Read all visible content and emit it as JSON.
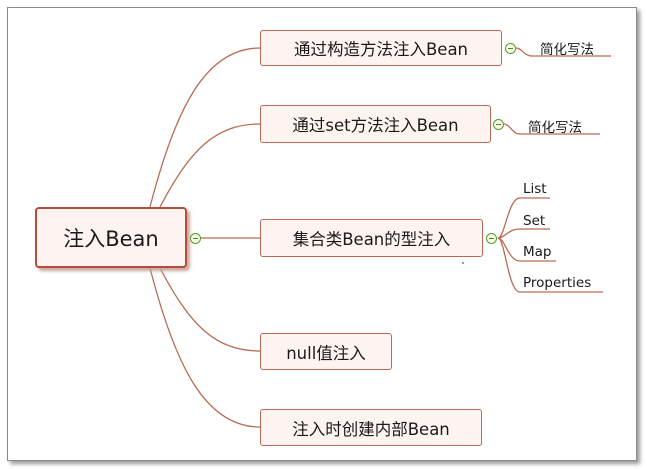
{
  "diagram": {
    "root": {
      "label": "注入Bean"
    },
    "branches": [
      {
        "label": "通过构造方法注入Bean",
        "children": [
          "简化写法"
        ]
      },
      {
        "label": "通过set方法注入Bean",
        "children": [
          "简化写法"
        ]
      },
      {
        "label": "集合类Bean的型注入",
        "children": [
          "List",
          "Set",
          "Map",
          "Properties"
        ]
      },
      {
        "label": "null值注入",
        "children": []
      },
      {
        "label": "注入时创建内部Bean",
        "children": []
      }
    ],
    "colors": {
      "connector": "#b96b55",
      "node_border": "#b96b55",
      "root_border": "#b24f3c",
      "toggle": "#5a9a2a"
    }
  }
}
